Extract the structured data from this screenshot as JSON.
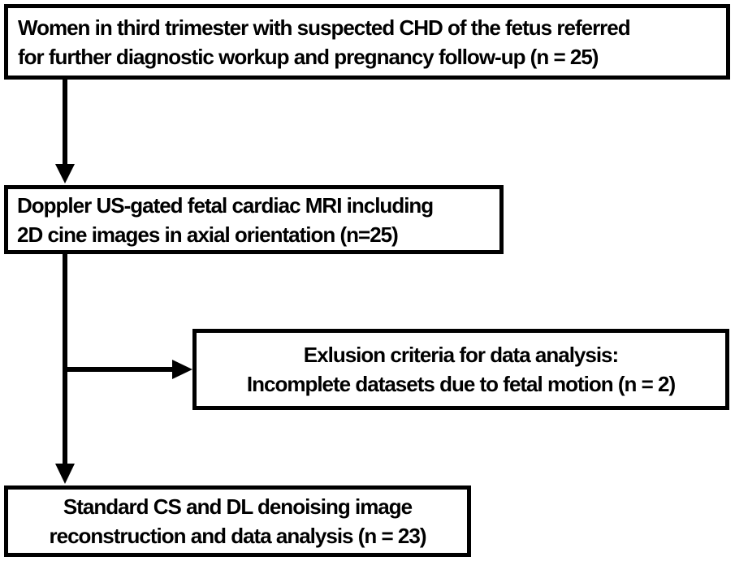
{
  "diagram_type": "flowchart",
  "colors": {
    "line": "#000000",
    "box_border": "#000000",
    "box_fill": "#ffffff",
    "background": "#ffffff",
    "text": "#000000"
  },
  "nodes": [
    {
      "id": "referral",
      "align": "left",
      "lines": [
        "Women in third trimester with suspected CHD of the fetus referred",
        "for further diagnostic workup and pregnancy follow-up (n = 25)"
      ],
      "n": 25
    },
    {
      "id": "mri",
      "align": "left",
      "lines": [
        "Doppler US-gated fetal cardiac MRI including",
        "2D cine images in axial orientation (n=25)"
      ],
      "n": 25
    },
    {
      "id": "exclusion",
      "align": "center",
      "lines": [
        "Exlusion criteria for data analysis:",
        "Incomplete datasets due to fetal motion (n = 2)"
      ],
      "n": 2
    },
    {
      "id": "reconstruction",
      "align": "center",
      "lines": [
        "Standard CS and DL denoising image",
        "reconstruction and data analysis (n = 23)"
      ],
      "n": 23
    }
  ],
  "connectors": [
    {
      "from": "referral",
      "to": "mri",
      "type": "down-arrow"
    },
    {
      "from": "mri",
      "to": "reconstruction",
      "type": "down-arrow"
    },
    {
      "from": "mri-to-reconstruction-line",
      "to": "exclusion",
      "type": "right-branch-arrow"
    }
  ]
}
